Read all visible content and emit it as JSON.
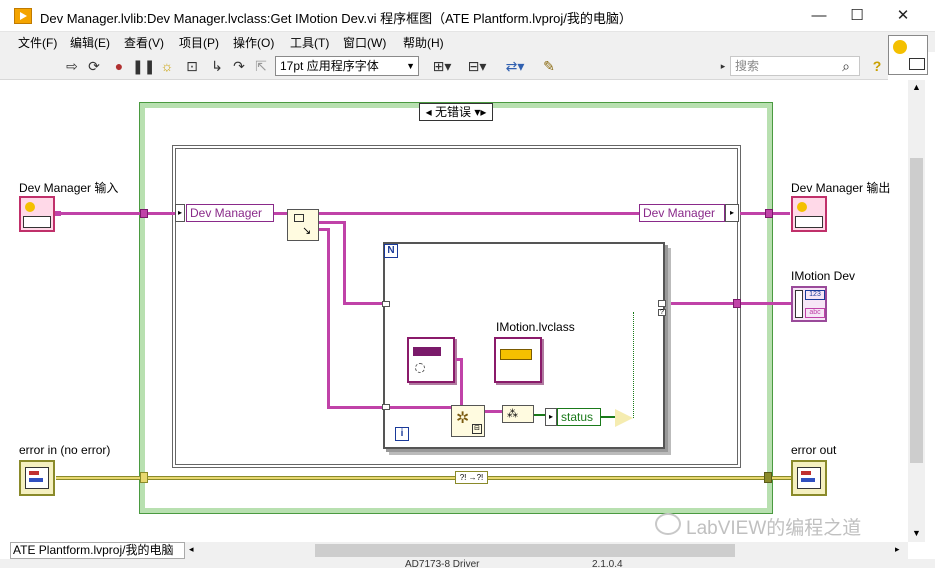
{
  "window": {
    "title": "Dev Manager.lvlib:Dev Manager.lvclass:Get IMotion Dev.vi 程序框图（ATE Plantform.lvproj/我的电脑）",
    "minimize": "—",
    "maximize": "☐",
    "close": "✕"
  },
  "menu": [
    "文件(F)",
    "编辑(E)",
    "查看(V)",
    "项目(P)",
    "操作(O)",
    "工具(T)",
    "窗口(W)",
    "帮助(H)"
  ],
  "toolbar": {
    "font_size": "17pt 应用程序字体",
    "search_placeholder": "搜索",
    "help": "?"
  },
  "diagram": {
    "case_selector": "无错误",
    "loop_count_label": "N",
    "loop_iter_label": "i",
    "class_label": "IMotion.lvclass",
    "unbundle_in": "Dev Manager",
    "bundle_out": "Dev Manager",
    "status_label": "status",
    "error_merge": "?! →?!"
  },
  "terminals": {
    "dev_manager_in": "Dev Manager 输入",
    "dev_manager_out": "Dev Manager 输出",
    "imotion_dev": "IMotion Dev",
    "error_in": "error in (no error)",
    "error_out": "error out",
    "imotion_dev_numeric": "123",
    "imotion_dev_string": "abc"
  },
  "statusbar": {
    "project_path": "ATE Plantform.lvproj/我的电脑"
  },
  "background": {
    "driver_name": "AD7173-8 Driver",
    "driver_version": "2.1.0.4"
  },
  "watermark": "LabVIEW的编程之道"
}
